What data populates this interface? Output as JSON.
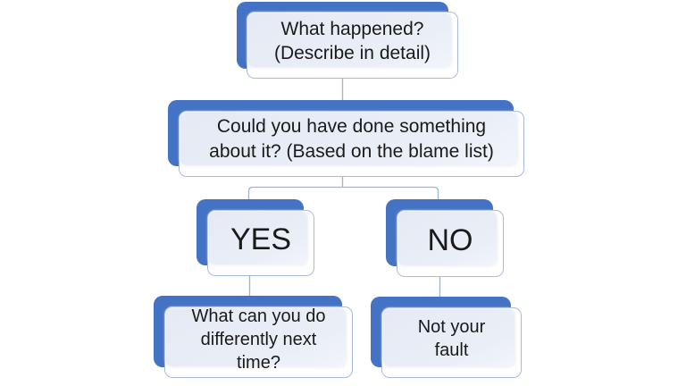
{
  "flowchart": {
    "nodes": {
      "q1": {
        "id": "q1",
        "label": "What happened?\n(Describe in detail)"
      },
      "q2": {
        "id": "q2",
        "label": "Could you have done something\nabout it? (Based on the blame list)"
      },
      "yes": {
        "id": "yes",
        "label": "YES"
      },
      "no": {
        "id": "no",
        "label": "NO"
      },
      "yes_action": {
        "id": "yes_action",
        "label": "What can you do\ndifferently next\ntime?"
      },
      "no_action": {
        "id": "no_action",
        "label": "Not your\nfault"
      }
    },
    "edges": [
      {
        "from": "q1",
        "to": "q2"
      },
      {
        "from": "q2",
        "to": "yes"
      },
      {
        "from": "q2",
        "to": "no"
      },
      {
        "from": "yes",
        "to": "yes_action"
      },
      {
        "from": "no",
        "to": "no_action"
      }
    ],
    "colors": {
      "shadow_blue": "#4472C4",
      "card_fill": "#E9EDF6",
      "card_border": "#A9BBDC",
      "connector_line": "#9FB2D1",
      "text": "#1A1A1A",
      "background": "#FFFFFF"
    }
  }
}
